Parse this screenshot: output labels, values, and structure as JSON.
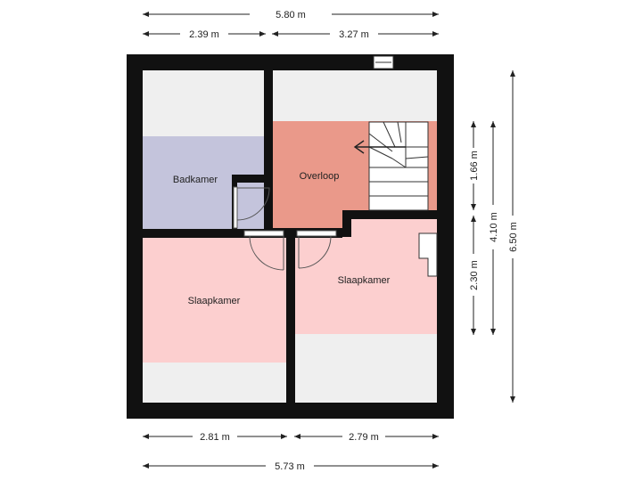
{
  "colors": {
    "wall": "#111111",
    "empty_floor": "#efefef",
    "bathroom": "#c4c4dc",
    "landing": "#ea998a",
    "bedroom": "#fccfcf",
    "dimension_line": "#222222"
  },
  "rooms": {
    "bathroom": "Badkamer",
    "landing": "Overloop",
    "bedroom_left": "Slaapkamer",
    "bedroom_right": "Slaapkamer"
  },
  "dimensions": {
    "top_total": "5.80 m",
    "top_left": "2.39 m",
    "top_right": "3.27 m",
    "bottom_left": "2.81 m",
    "bottom_right": "2.79 m",
    "bottom_total": "5.73 m",
    "right_upper": "1.66 m",
    "right_lower": "2.30 m",
    "right_mid": "4.10 m",
    "right_total": "6.50 m"
  },
  "icons": {
    "stair_direction": "arrow-left-icon",
    "door": "door-swing-icon"
  }
}
